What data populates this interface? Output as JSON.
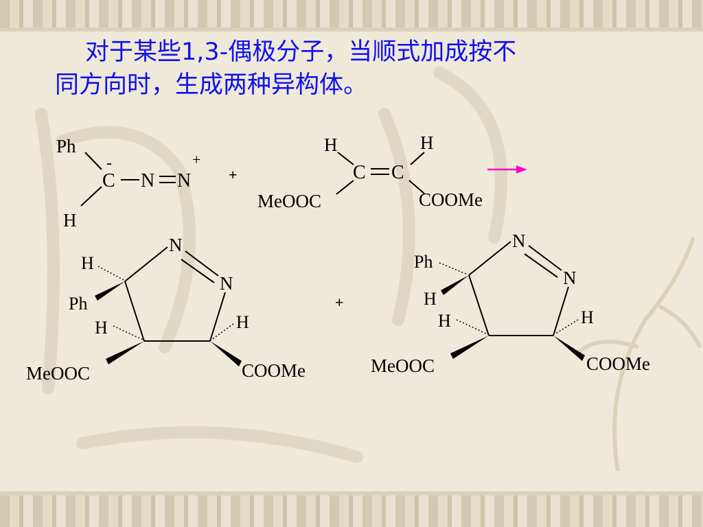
{
  "title": {
    "line1": "对于某些1,3-偶极分子，当顺式加成按不",
    "line2": "同方向时，生成两种异构体。"
  },
  "diazo": {
    "ph": "Ph",
    "c": "C",
    "n1": "N",
    "n2": "N",
    "minus": "-",
    "plusCharge": "+",
    "h": "H"
  },
  "operator_plus": "+",
  "alkene": {
    "h_left": "H",
    "h_right": "H",
    "c_left": "C",
    "c_right": "C",
    "sub_left": "MeOOC",
    "sub_right": "COOMe"
  },
  "product1": {
    "n_top": "N",
    "n_right": "N",
    "h_top": "H",
    "ph": "Ph",
    "h_left": "H",
    "h_right": "H",
    "sub_left": "MeOOC",
    "sub_right": "COOMe"
  },
  "product2": {
    "n_top": "N",
    "n_right": "N",
    "ph": "Ph",
    "h_wedge": "H",
    "h_left": "H",
    "h_right": "H",
    "sub_left": "MeOOC",
    "sub_right": "COOMe"
  },
  "colors": {
    "title": "#1010ee",
    "arrow": "#ff00cc",
    "background": "#efe9d9"
  }
}
